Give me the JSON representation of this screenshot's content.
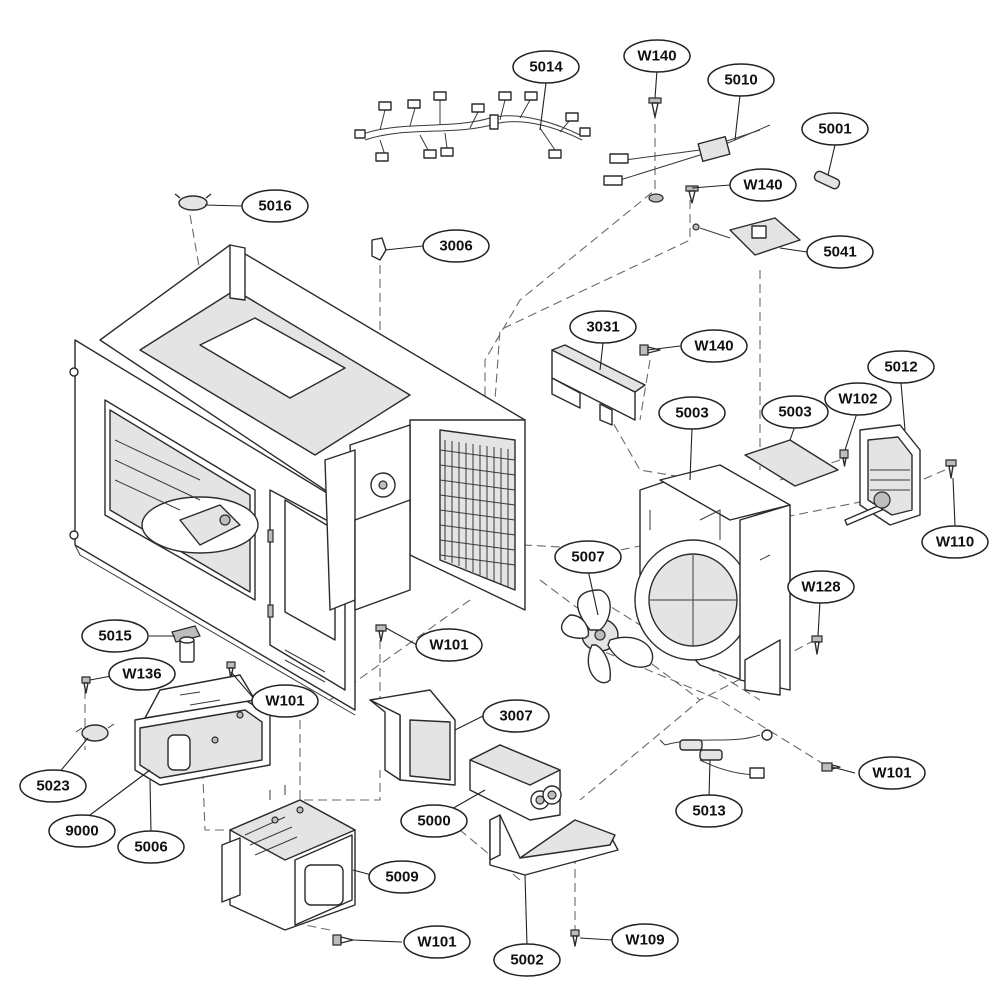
{
  "callouts": {
    "c5014": "5014",
    "c5010": "5010",
    "cW140a": "W140",
    "cW140b": "W140",
    "cW140c": "W140",
    "c5001": "5001",
    "c5041": "5041",
    "c5016": "5016",
    "c3006": "3006",
    "c3031": "3031",
    "c5012": "5012",
    "c5003a": "5003",
    "c5003b": "5003",
    "cW102": "W102",
    "cW110": "W110",
    "c5007": "5007",
    "cW128": "W128",
    "c5015": "5015",
    "cW101a": "W101",
    "cW136": "W136",
    "cW101b": "W101",
    "c3007": "3007",
    "c5023": "5023",
    "c9000": "9000",
    "c5006": "5006",
    "c5000": "5000",
    "c5013": "5013",
    "cW101c": "W101",
    "c5009": "5009",
    "cW101d": "W101",
    "c5002": "5002",
    "cW109": "W109"
  }
}
